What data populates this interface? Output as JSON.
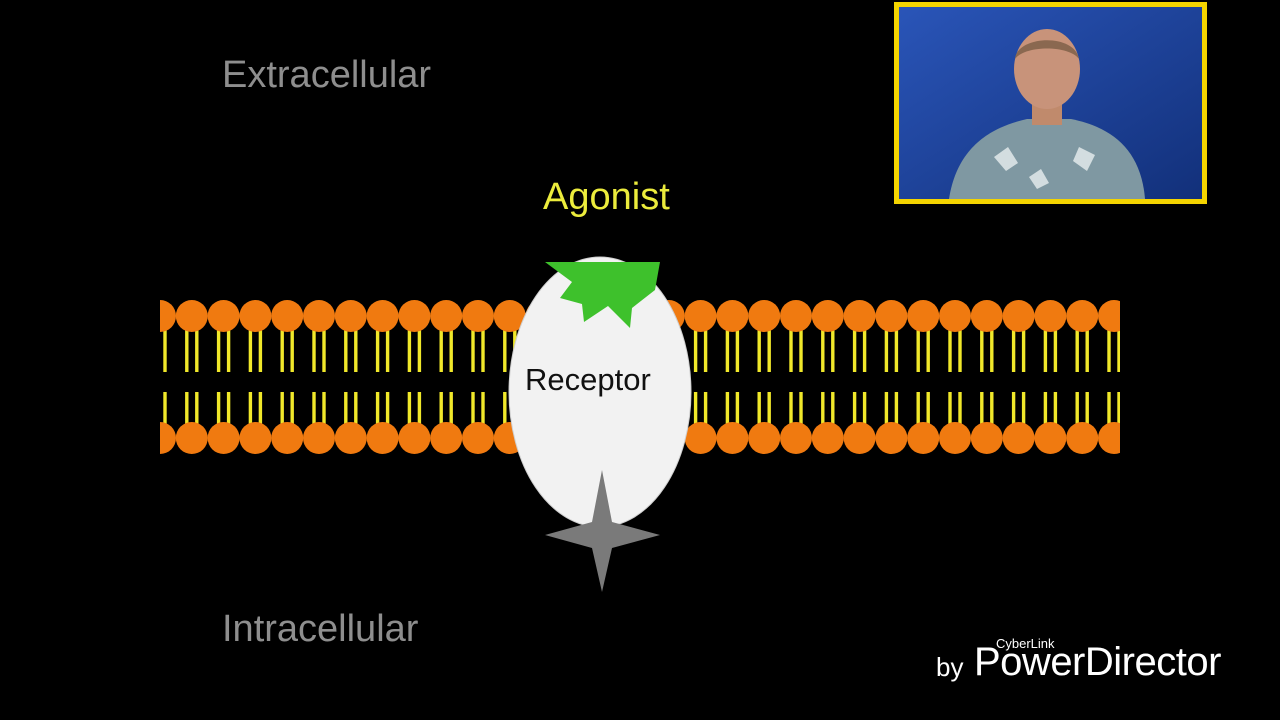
{
  "labels": {
    "extracellular": "Extracellular",
    "intracellular": "Intracellular",
    "agonist": "Agonist",
    "receptor": "Receptor"
  },
  "watermark": {
    "by": "by",
    "brand": "CyberLink",
    "product": "PowerDirector"
  },
  "colors": {
    "background": "#000000",
    "lipid_head": "#f07a10",
    "lipid_tail": "#f0e82a",
    "receptor": "#f2f2f2",
    "agonist": "#3ec12c",
    "agonist_label": "#ecec3c",
    "effector": "#7a7a7a",
    "webcam_border": "#f4d400"
  },
  "icons": {
    "agonist": "green-star-shape",
    "effector": "grey-four-point-star",
    "presenter": "presenter-webcam"
  }
}
